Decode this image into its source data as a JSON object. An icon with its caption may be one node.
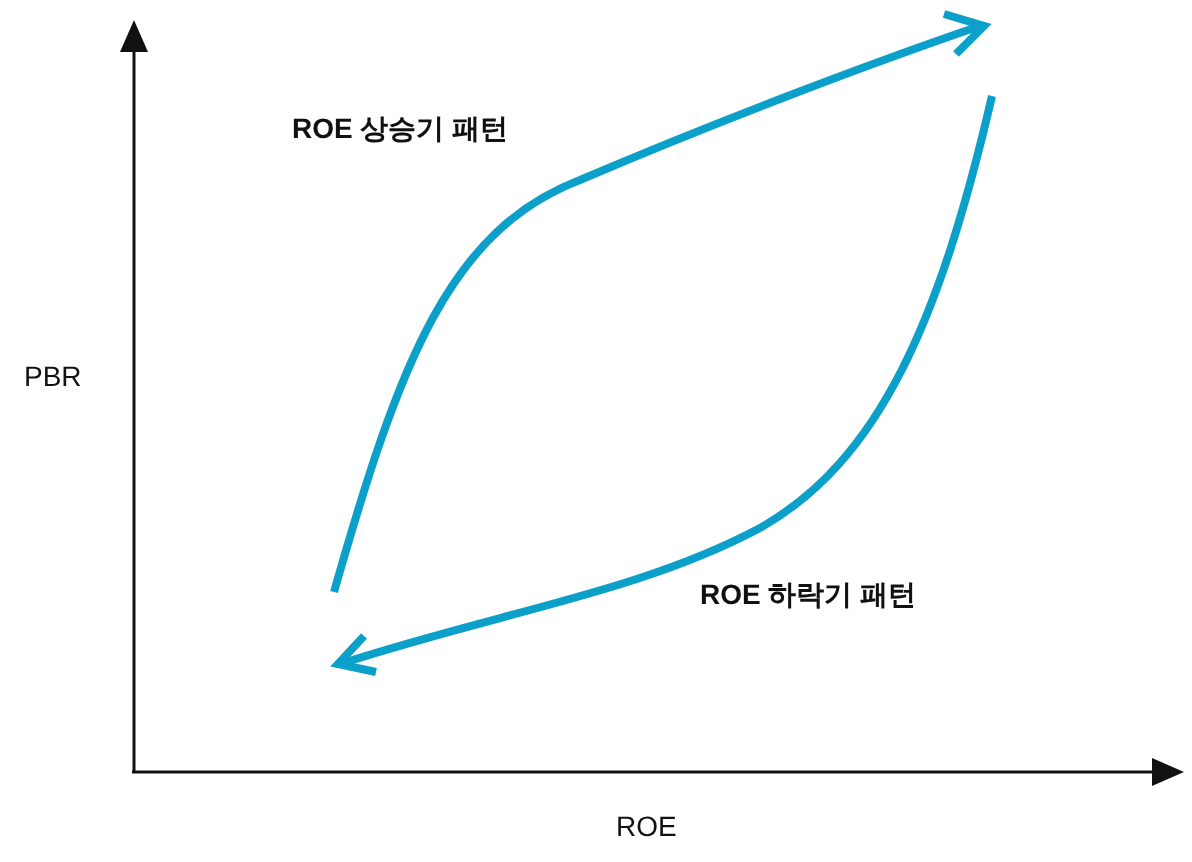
{
  "diagram": {
    "labels": [
      "ROE 상승기 패턴",
      "PBR",
      "ROE 하락기 패턴",
      "ROE"
    ]
  }
}
